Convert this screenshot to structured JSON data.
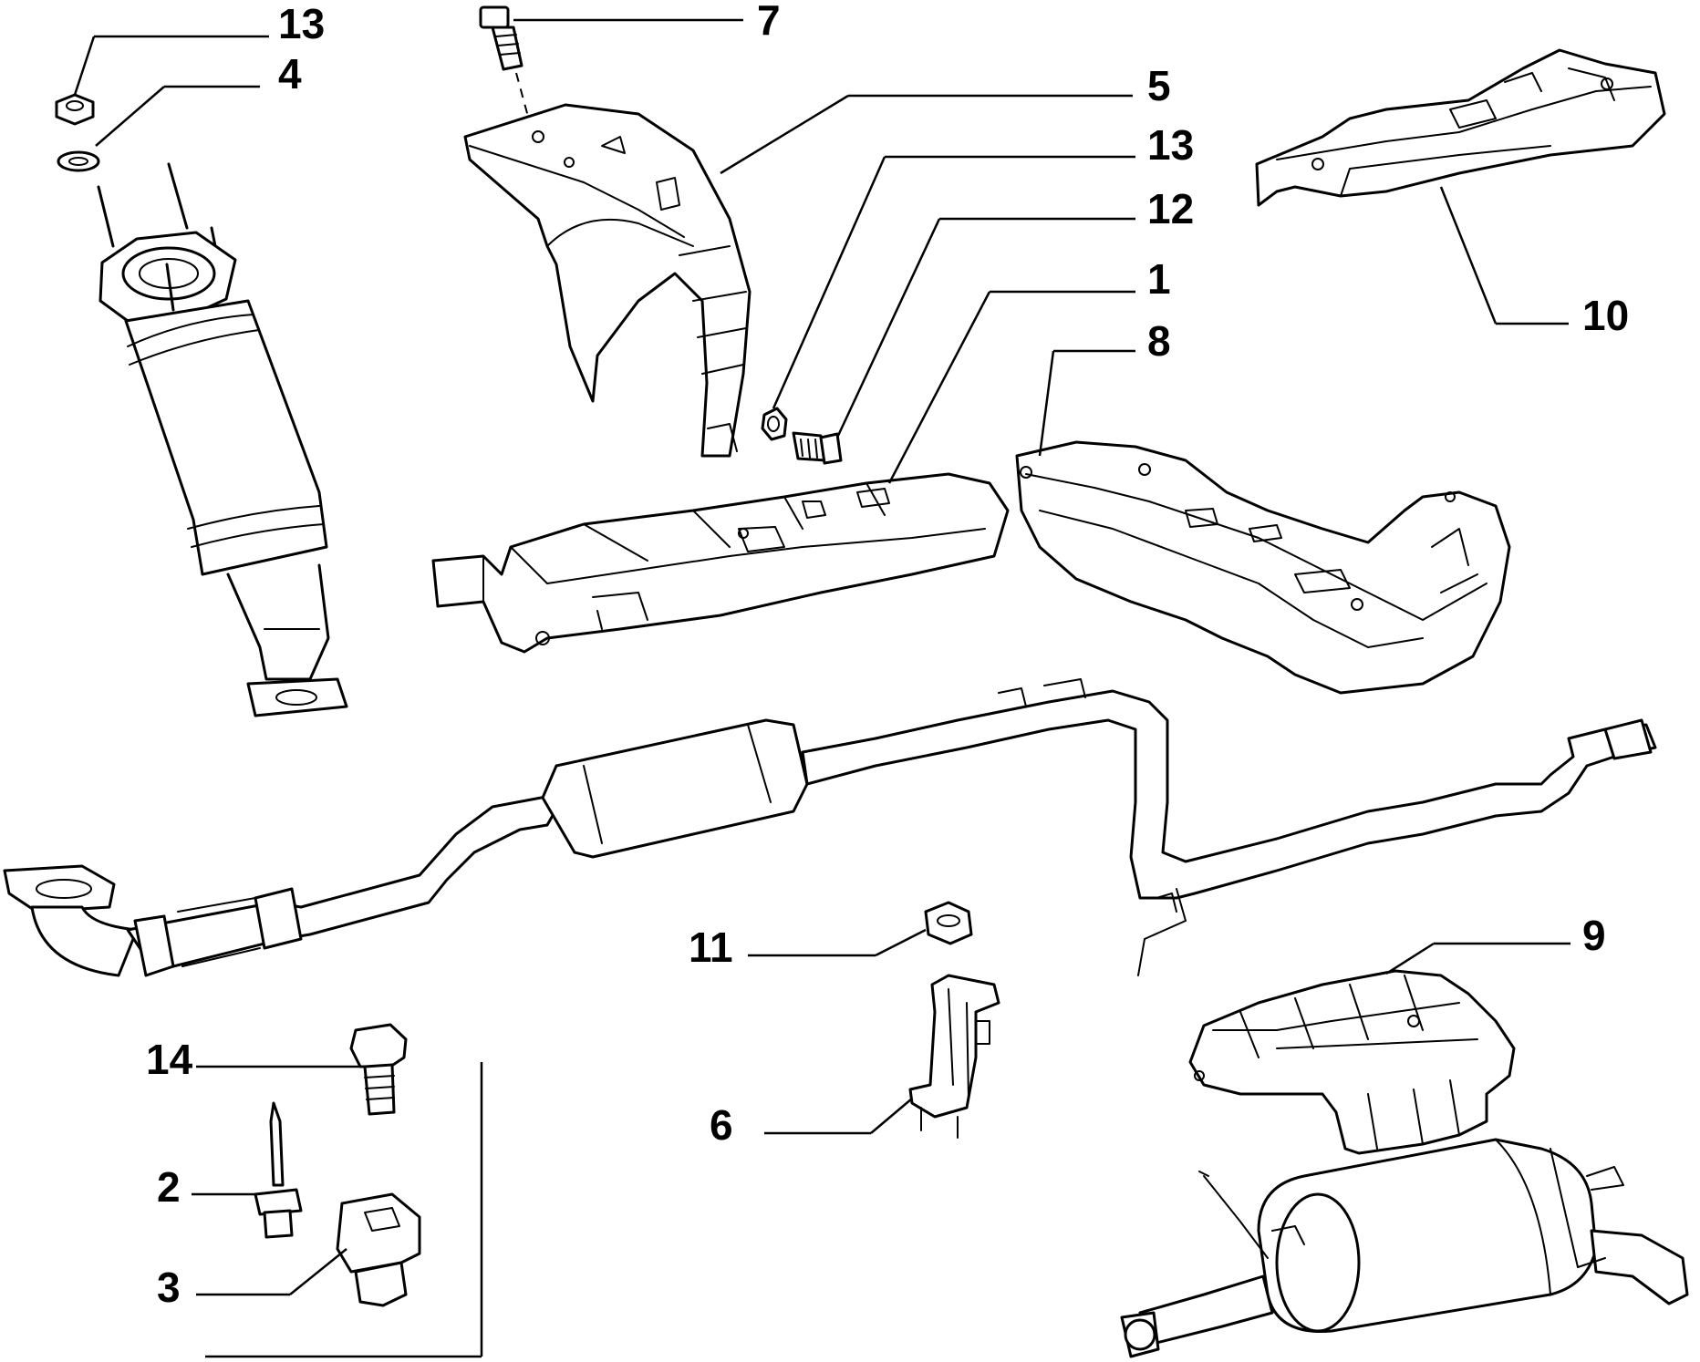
{
  "callouts": [
    {
      "id": "c13a",
      "label": "13"
    },
    {
      "id": "c4",
      "label": "4"
    },
    {
      "id": "c7",
      "label": "7"
    },
    {
      "id": "c5",
      "label": "5"
    },
    {
      "id": "c13b",
      "label": "13"
    },
    {
      "id": "c12",
      "label": "12"
    },
    {
      "id": "c1",
      "label": "1"
    },
    {
      "id": "c8",
      "label": "8"
    },
    {
      "id": "c10",
      "label": "10"
    },
    {
      "id": "c9",
      "label": "9"
    },
    {
      "id": "c11",
      "label": "11"
    },
    {
      "id": "c6",
      "label": "6"
    },
    {
      "id": "c14",
      "label": "14"
    },
    {
      "id": "c2",
      "label": "2"
    },
    {
      "id": "c3",
      "label": "3"
    }
  ],
  "colors": {
    "line": "#000000",
    "background": "#ffffff"
  }
}
